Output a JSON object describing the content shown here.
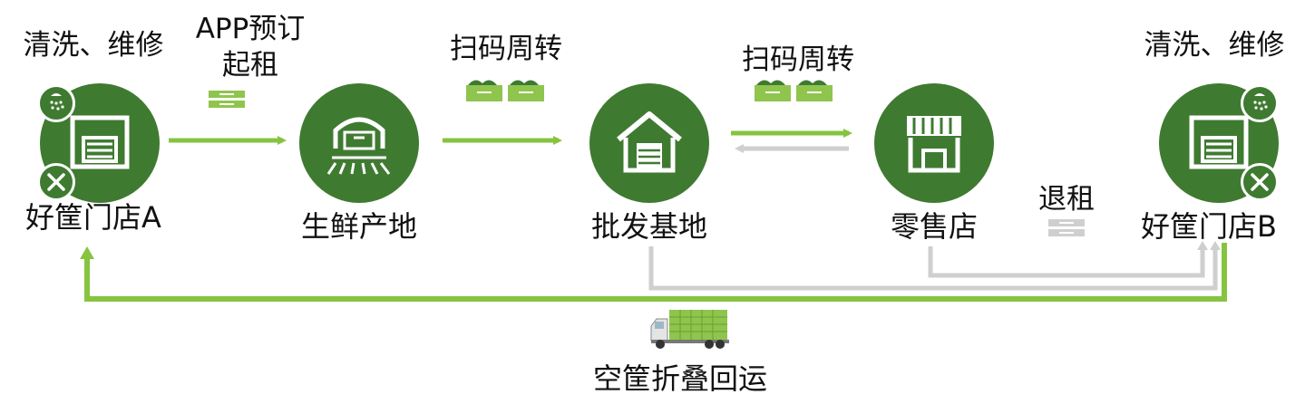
{
  "colors": {
    "node_green": "#3f7a31",
    "arrow_green": "#86c440",
    "return_gray": "#cfcfcf",
    "crate_green": "#8fc54d"
  },
  "nodes": {
    "store_a": {
      "label": "好筐门店A",
      "service": "清洗、维修"
    },
    "farm": {
      "label": "生鲜产地"
    },
    "wholesale": {
      "label": "批发基地"
    },
    "retail": {
      "label": "零售店"
    },
    "store_b": {
      "label": "好筐门店B",
      "service": "清洗、维修"
    }
  },
  "edges": {
    "app_rent_line1": "APP预订",
    "app_rent_line2": "起租",
    "scan_turnover_1": "扫码周转",
    "scan_turnover_2": "扫码周转",
    "return_rent": "退租",
    "empty_return": "空筐折叠回运"
  },
  "icons": {
    "store": "store-crate-icon",
    "shower": "shower-icon",
    "tools": "wrench-screwdriver-icon",
    "farm": "farm-field-icon",
    "warehouse": "warehouse-icon",
    "retail": "shop-awning-icon",
    "truck": "delivery-truck-icon"
  }
}
